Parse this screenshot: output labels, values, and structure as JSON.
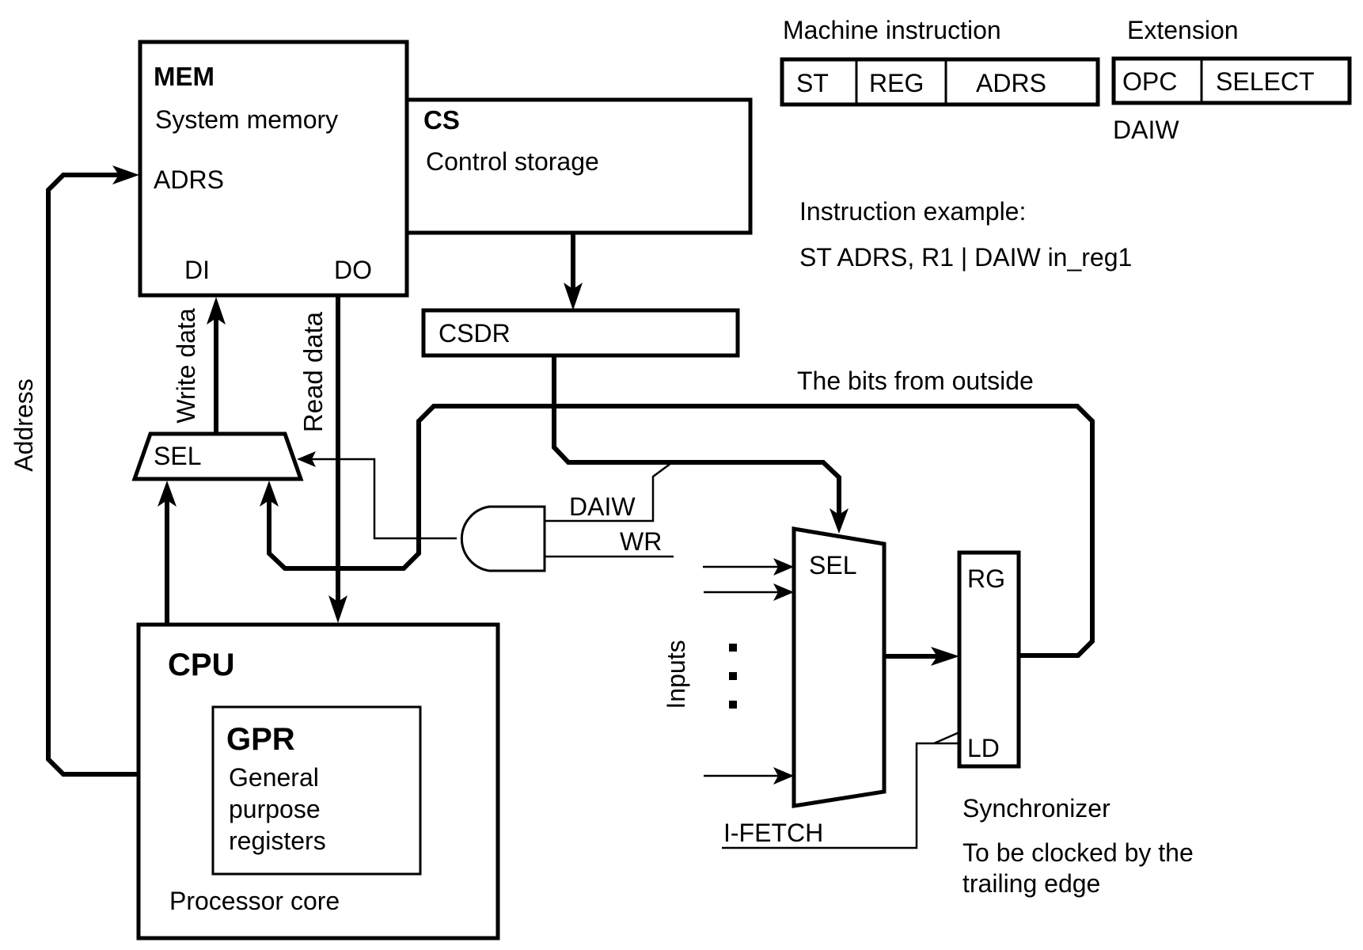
{
  "colors": {
    "ink": "#000000",
    "background": "#ffffff"
  },
  "mem": {
    "title": "MEM",
    "subtitle": "System memory",
    "port_adrs": "ADRS",
    "port_di": "DI",
    "port_do": "DO"
  },
  "cs": {
    "title": "CS",
    "subtitle": "Control storage"
  },
  "csdr": {
    "label": "CSDR"
  },
  "cpu": {
    "title": "CPU",
    "footer": "Processor core"
  },
  "gpr": {
    "title": "GPR",
    "lines": [
      "General",
      "purpose",
      "registers"
    ]
  },
  "mux_left": {
    "label": "SEL"
  },
  "mux_right": {
    "label": "SEL"
  },
  "register": {
    "label_top": "RG",
    "label_bottom": "LD"
  },
  "signals": {
    "address": "Address",
    "write_data": "Write data",
    "read_data": "Read data",
    "daiw": "DAIW",
    "wr": "WR",
    "inputs": "Inputs",
    "ifetch": "I-FETCH",
    "bits_from_outside": "The bits from outside",
    "ellipsis_dots": 3
  },
  "machine_instruction": {
    "title": "Machine instruction",
    "fields": [
      "ST",
      "REG",
      "ADRS"
    ]
  },
  "extension": {
    "title": "Extension",
    "fields": [
      "OPC",
      "SELECT"
    ],
    "caption": "DAIW"
  },
  "instruction_example": {
    "title": "Instruction example:",
    "code": "ST ADRS, R1 | DAIW in_reg1"
  },
  "synchronizer": {
    "title": "Synchronizer",
    "note_lines": [
      "To be clocked by the",
      "trailing edge"
    ]
  }
}
